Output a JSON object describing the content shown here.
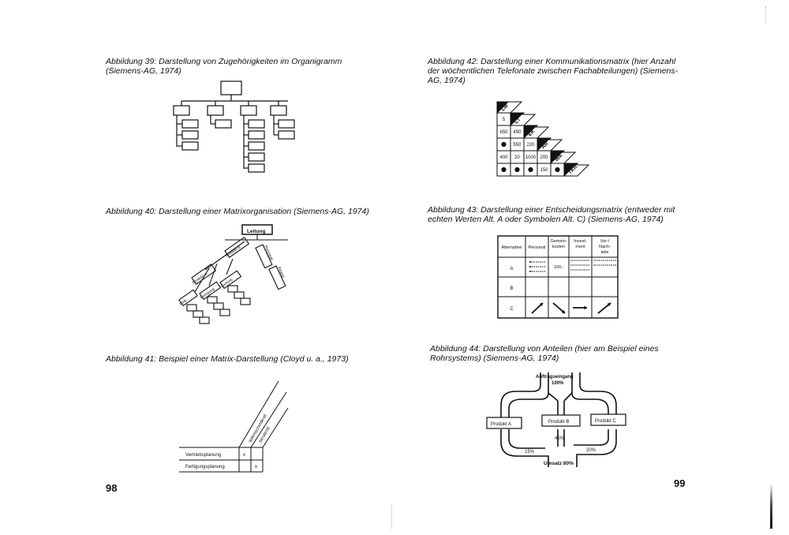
{
  "left_page": {
    "page_number": "98",
    "fig39_caption": "Abbildung 39: Darstellung von Zugehörigkeiten im Organigramm (Siemens-AG, 1974)",
    "fig40_caption": "Abbildung 40: Darstellung einer Matrixorganisation (Siemens-AG, 1974)",
    "fig40_labels": {
      "leitung": "Leitung",
      "produkt_a": "Produkt A",
      "produkt_b": "Produkt B",
      "einkauf": "Eink.",
      "fertigung": "Fertigung",
      "vertrieb": "Vertrieb",
      "personal": "Personal",
      "finanz": "Finanz"
    },
    "fig41_caption": "Abbildung 41: Beispiel einer Matrix-Darstellung (Cloyd u. a., 1973)",
    "fig41_labels": {
      "diag1": "teilentscheidend",
      "diag2": "beratend",
      "row1": "Vertriebsplanung",
      "row2": "Fertigungsplanung",
      "mark": "x"
    }
  },
  "right_page": {
    "page_number": "99",
    "fig42_caption": "Abbildung 42: Darstellung einer Kommunikationsmatrix (hier Anzahl der wöchentlichen Telefonate zwischen Fachabteilungen) (Siemens-AG, 1974)",
    "fig42_headers": [
      "LM",
      "LT",
      "EK",
      "AR",
      "WA",
      "TKR"
    ],
    "fig42_rows": [
      [
        "5"
      ],
      [
        "650",
        "490"
      ],
      [
        "●",
        "550",
        "220"
      ],
      [
        "400",
        "20",
        "1000",
        "200"
      ],
      [
        "●",
        "●",
        "●",
        "150",
        "●"
      ]
    ],
    "fig43_caption": "Abbildung 43: Darstellung einer Entscheidungsmatrix (entweder mit echten Werten Alt. A oder Symbolen Alt. C) (Siemens-AG, 1974)",
    "fig43_headers": [
      "Alternative",
      "Personal",
      "Gemein-kosten",
      "Invest-ment",
      "Vor-/Nach-teile"
    ],
    "fig43_rows": [
      "A",
      "B",
      "C"
    ],
    "fig43_value": "100,-",
    "fig44_caption": "Abbildung 44: Darstellung von Anteilen (hier am Beispiel eines Rohrsystems) (Siemens-AG, 1974)",
    "fig44_labels": {
      "top": "Auftragseingang",
      "top_pct": "100%",
      "produkt_a": "Produkt A",
      "produkt_b": "Produkt B",
      "produkt_c": "Produkt C",
      "pct_a": "15%",
      "pct_b": "45%",
      "pct_c": "20%",
      "bottom": "Umsatz 80%"
    }
  }
}
